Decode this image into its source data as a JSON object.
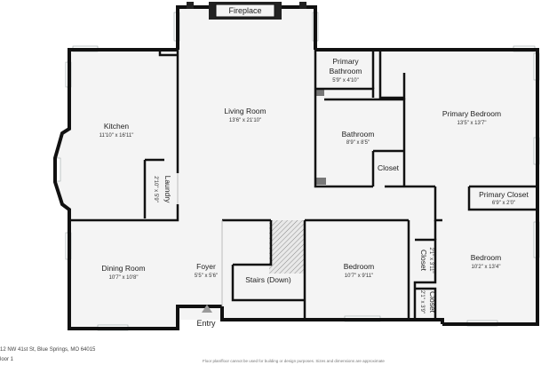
{
  "rooms": {
    "fireplace": {
      "name": "Fireplace"
    },
    "living_room": {
      "name": "Living Room",
      "dim": "13'6\" x 21'10\""
    },
    "kitchen": {
      "name": "Kitchen",
      "dim": "11'10\" x 16'11\""
    },
    "laundry": {
      "name": "Laundry",
      "dim": "2'10\" x 5'9\""
    },
    "primary_bathroom": {
      "name1": "Primary",
      "name2": "Bathroom",
      "dim": "5'9\" x 4'10\""
    },
    "bathroom": {
      "name": "Bathroom",
      "dim": "8'9\" x 8'5\""
    },
    "closet_mid": {
      "name": "Closet"
    },
    "primary_bedroom": {
      "name": "Primary Bedroom",
      "dim": "13'5\" x 13'7\""
    },
    "primary_closet": {
      "name": "Primary Closet",
      "dim": "6'9\" x 2'0\""
    },
    "dining_room": {
      "name": "Dining Room",
      "dim": "10'7\" x 10'8\""
    },
    "foyer": {
      "name": "Foyer",
      "dim": "5'5\" x 5'6\""
    },
    "stairs": {
      "name": "Stairs (Down)"
    },
    "bedroom_1": {
      "name": "Bedroom",
      "dim": "10'7\" x 9'11\""
    },
    "closet_small_1": {
      "name": "Closet",
      "dim": "2'1\" x 3'11\""
    },
    "closet_small_2": {
      "name": "Closet",
      "dim": "2'1\" x 3'9\""
    },
    "bedroom_2": {
      "name": "Bedroom",
      "dim": "10'2\" x 13'4\""
    }
  },
  "entry": {
    "label": "Entry"
  },
  "footer": {
    "address": "12 NW 41st St, Blue Springs, MO 64015",
    "floor": "loor 1",
    "disclaimer": "Floor plan/floor cannot be used for building or design purposes. Sizes and dimensions are approximate"
  },
  "colors": {
    "wall": "#111111",
    "floor": "#f4f4f4",
    "window": "#cfd6d8",
    "hatch": "#888888",
    "entry_arrow": "#9a9a9a"
  }
}
